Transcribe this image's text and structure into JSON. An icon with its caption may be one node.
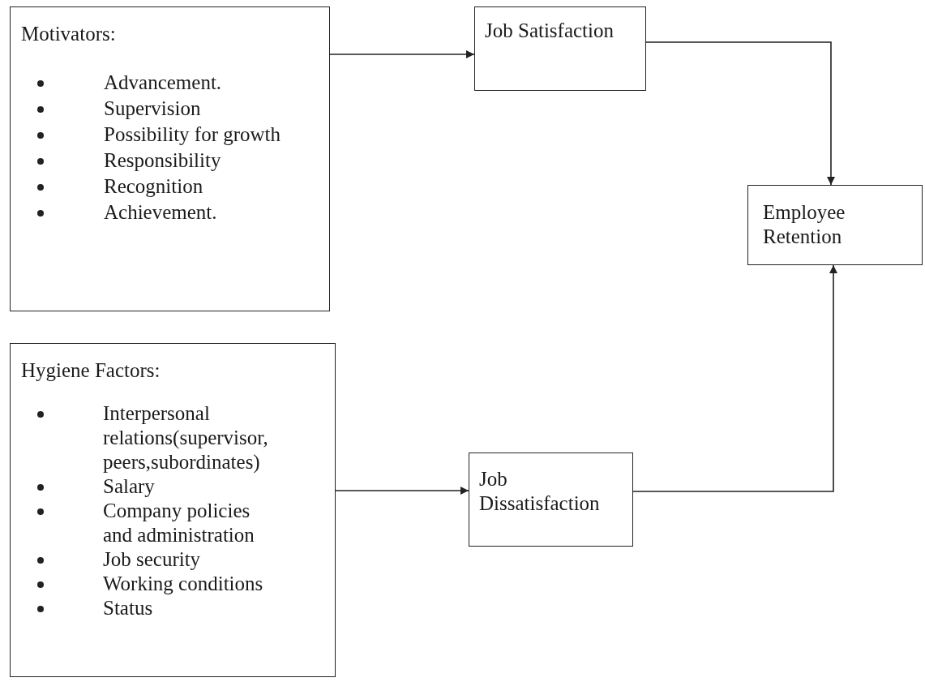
{
  "diagram": {
    "nodes": [
      {
        "text": [
          "Motivators:",
          "Advancement.",
          "Supervision",
          "Possibility for growth",
          "Responsibility",
          "Recognition",
          "Achievement."
        ]
      },
      {
        "text": [
          "Job Satisfaction"
        ]
      },
      {
        "text": [
          "Hygiene Factors:",
          "Interpersonal relations(supervisor, peers,subordinates)",
          "Salary",
          "Company policies and administration",
          "Job security",
          "Working conditions",
          "Status"
        ]
      },
      {
        "text": [
          "Employee Retention"
        ]
      },
      {
        "text": [
          "Job Dissatisfaction"
        ]
      }
    ],
    "edges": [
      {
        "from": 0,
        "to": 1,
        "arrow": "to"
      },
      {
        "from": 1,
        "to": 3,
        "arrow": "to"
      },
      {
        "from": 2,
        "to": 4,
        "arrow": "to"
      },
      {
        "from": 4,
        "to": 3,
        "arrow": "to"
      }
    ]
  }
}
